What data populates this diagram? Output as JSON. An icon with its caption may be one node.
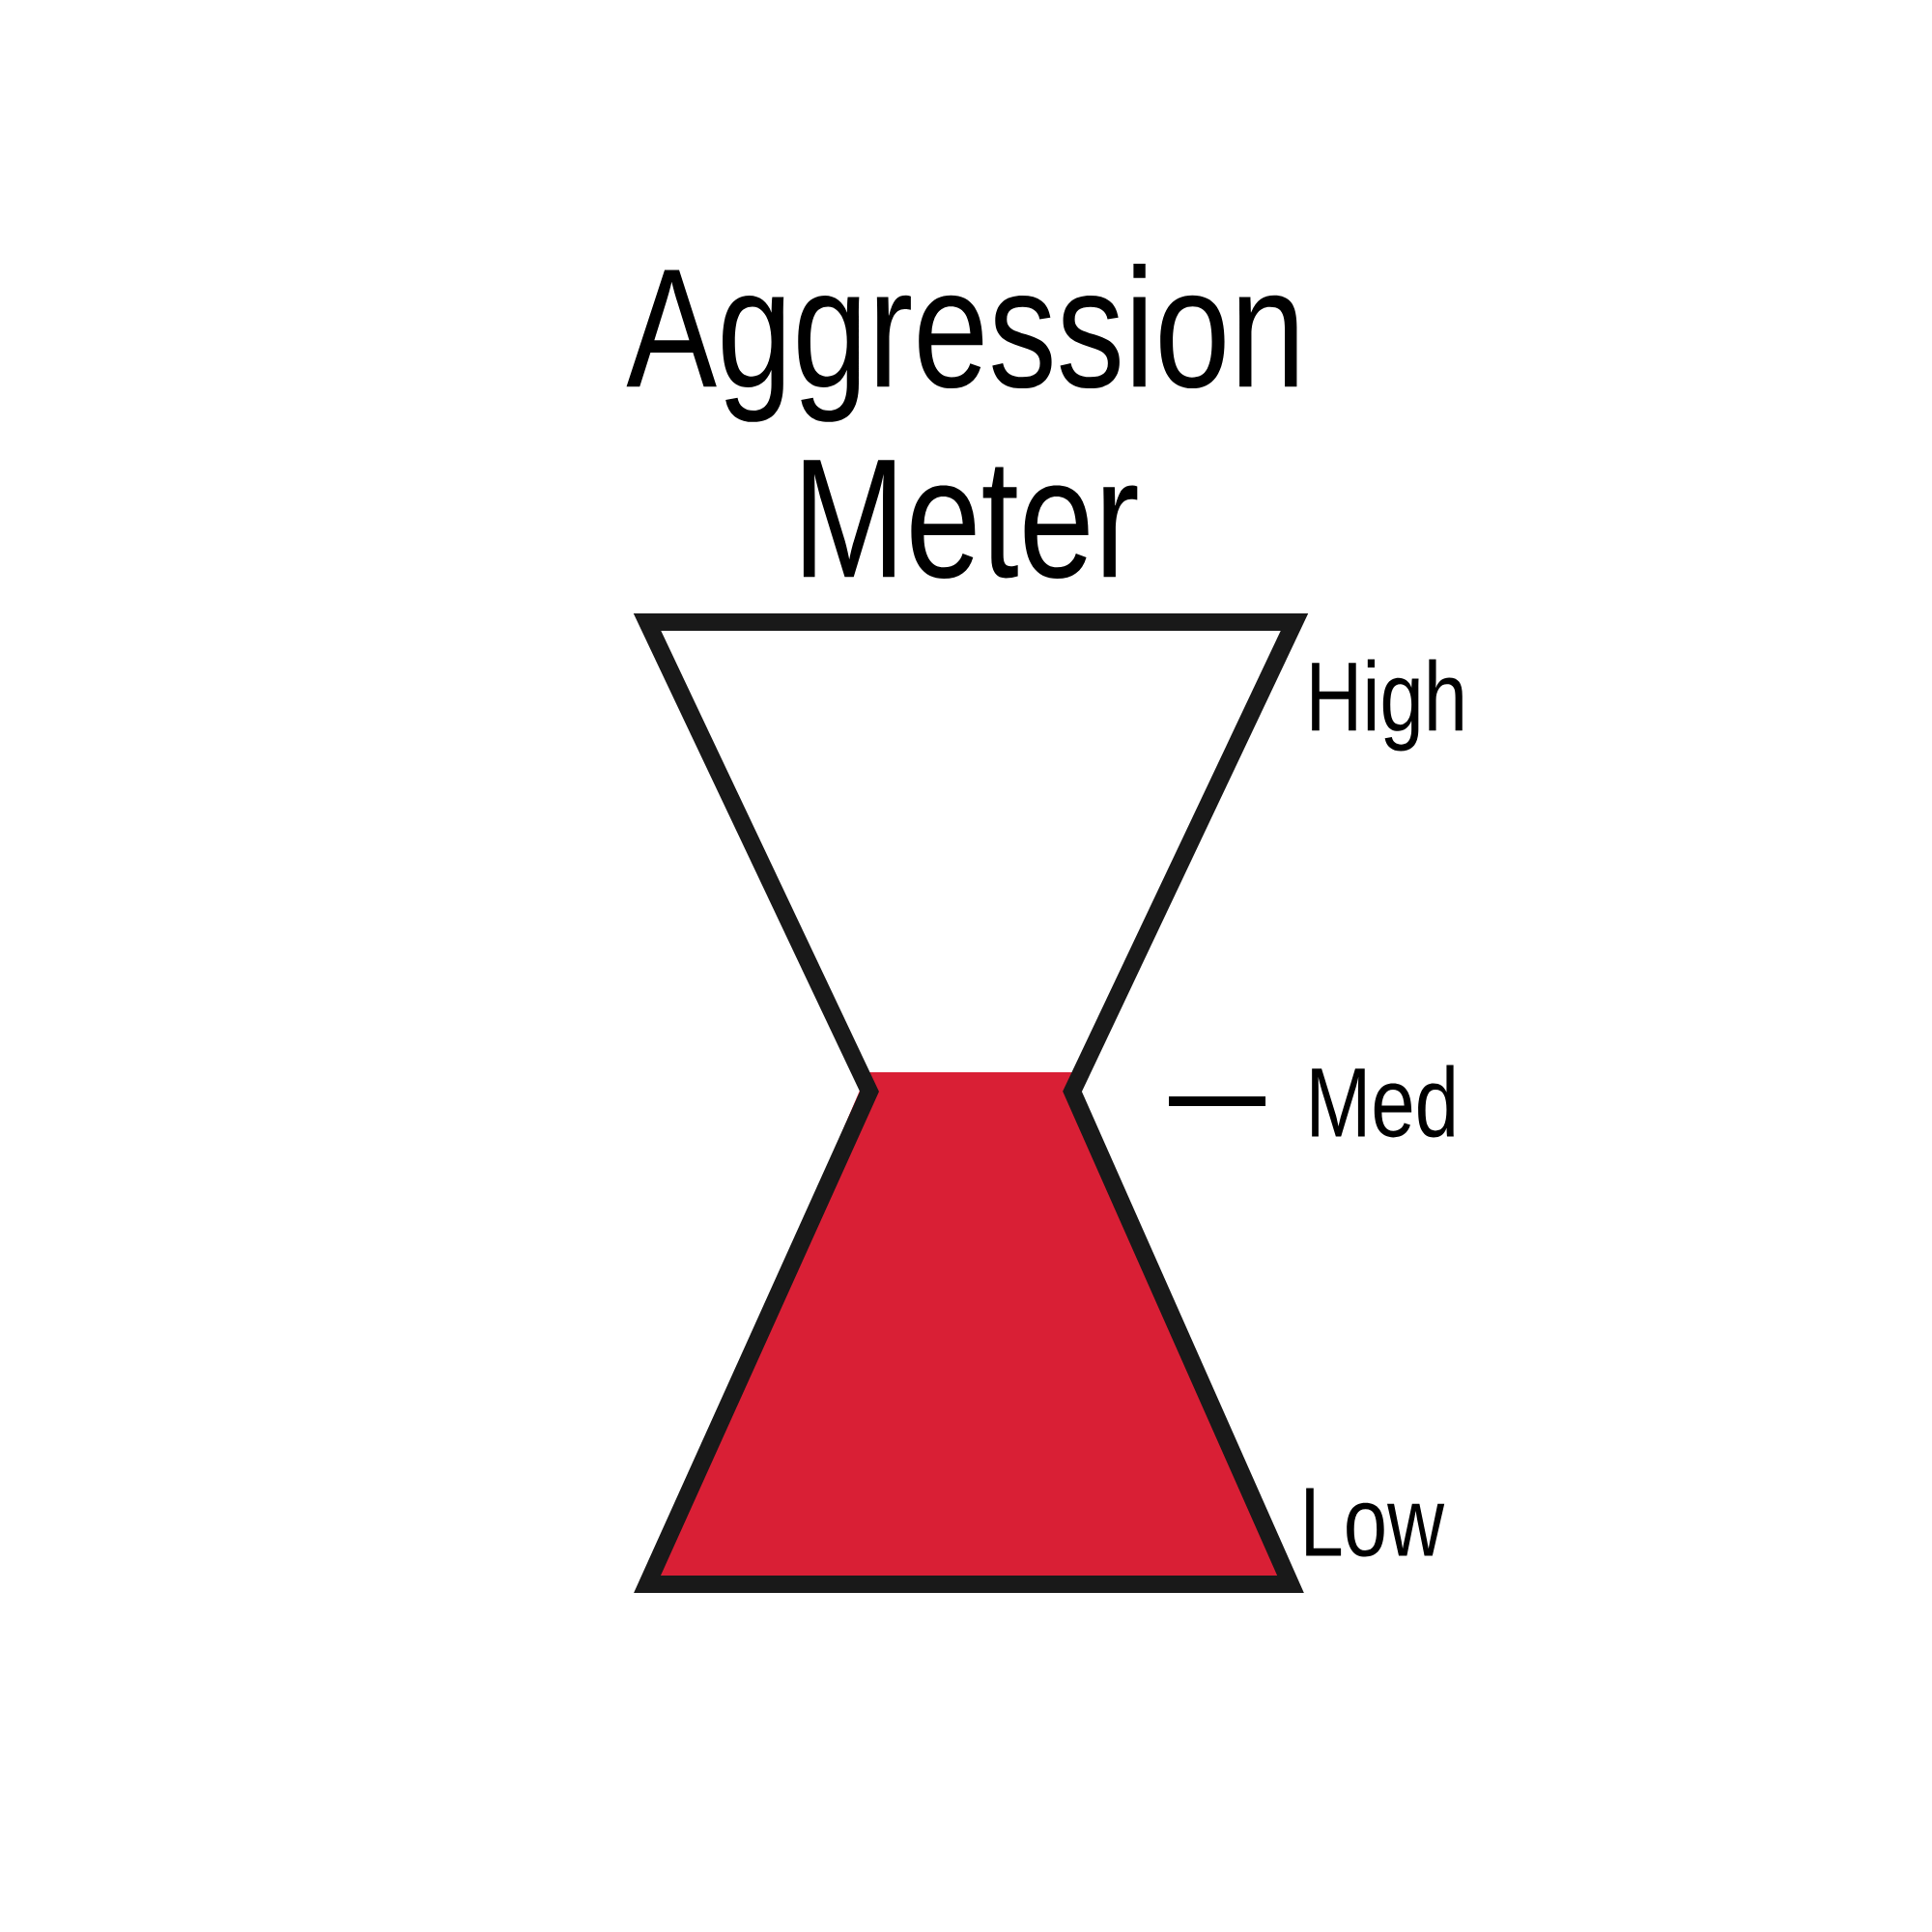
{
  "diagram": {
    "title": "Aggression Meter",
    "labels": [
      "High",
      "Med",
      "Low"
    ]
  }
}
